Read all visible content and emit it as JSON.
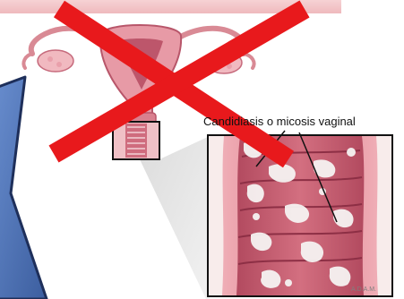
{
  "labels": {
    "caption": "Candidiasis o micosis vaginal",
    "credit": "A.D.A.M."
  },
  "colors": {
    "cross": "#e8191c",
    "banner": "#f3c6c8",
    "arrow_shape_fill": "#4a6fb0",
    "arrow_shape_stroke": "#1e2f5a",
    "tissue_light": "#f0a8b0",
    "tissue_mid": "#d46a7a",
    "tissue_dark": "#a83a52",
    "yeast_patch": "#f4f1f0",
    "zoom_cone": "#c9c9c9"
  },
  "icons": {
    "cross": "red-x-cross-icon",
    "arrow_shape": "blue-arrow-shape"
  }
}
